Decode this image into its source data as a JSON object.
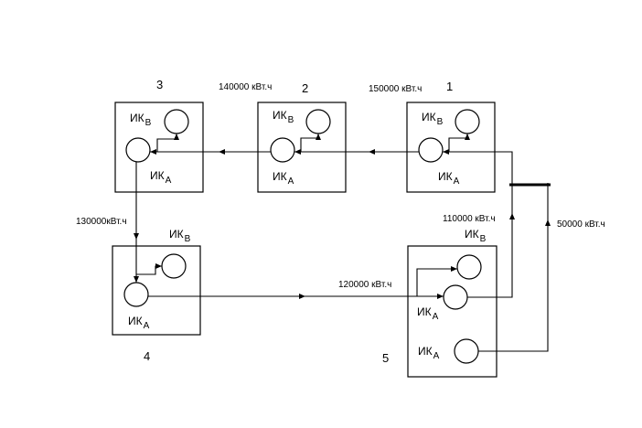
{
  "diagram": {
    "nodes": [
      {
        "number": "1",
        "meter_b": "ИК",
        "meter_b_sub": "В",
        "meter_a": "ИК",
        "meter_a_sub": "А"
      },
      {
        "number": "2",
        "meter_b": "ИК",
        "meter_b_sub": "В",
        "meter_a": "ИК",
        "meter_a_sub": "А"
      },
      {
        "number": "3",
        "meter_b": "ИК",
        "meter_b_sub": "В",
        "meter_a": "ИК",
        "meter_a_sub": "А"
      },
      {
        "number": "4",
        "meter_b": "ИК",
        "meter_b_sub": "В",
        "meter_a": "ИК",
        "meter_a_sub": "А"
      },
      {
        "number": "5",
        "meter_b": "ИК",
        "meter_b_sub": "В",
        "meter_a1": "ИК",
        "meter_a1_sub": "А",
        "meter_a2": "ИК",
        "meter_a2_sub": "А"
      }
    ],
    "flows": {
      "to_node_1": "150000 кВт.ч",
      "to_node_2": "140000 кВт.ч",
      "node_3_to_4": "130000кВт.ч",
      "node_4_to_5": "120000 кВт.ч",
      "node_5_to_bus": "110000 кВт.ч",
      "node_5_second": "50000 кВт.ч"
    }
  }
}
